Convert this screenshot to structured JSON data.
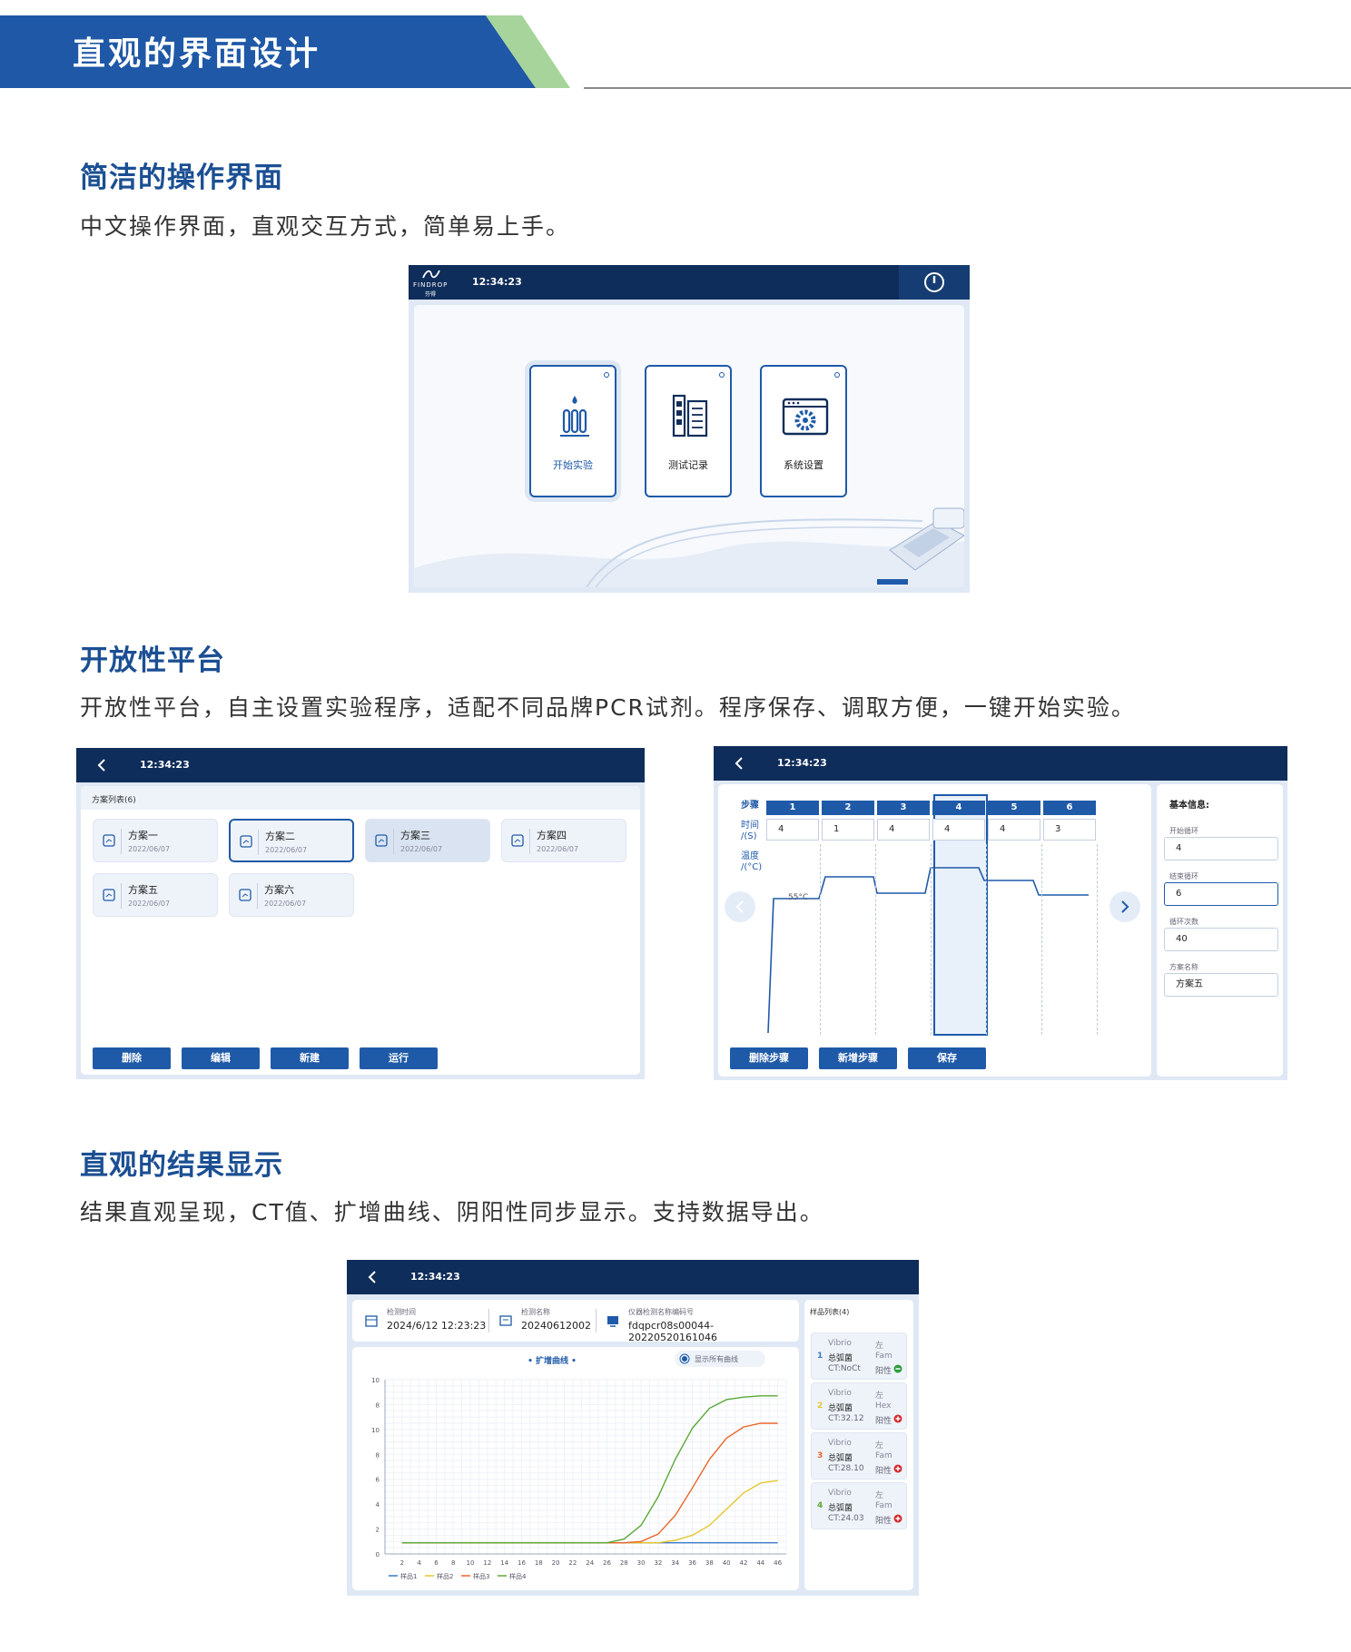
{
  "banner": {
    "title": "直观的界面设计"
  },
  "sections": [
    {
      "title": "简洁的操作界面",
      "desc": "中文操作界面，直观交互方式，简单易上手。"
    },
    {
      "title": "开放性平台",
      "desc": "开放性平台，自主设置实验程序，适配不同品牌PCR试剂。程序保存、调取方便，一键开始实验。"
    },
    {
      "title": "直观的结果显示",
      "desc": "结果直观呈现，CT值、扩增曲线、阴阳性同步显示。支持数据导出。"
    }
  ],
  "screen1": {
    "brand": "FINDROP",
    "brand_cn": "芬得",
    "time": "12:34:23",
    "tiles": [
      "开始实验",
      "测试记录",
      "系统设置"
    ]
  },
  "screen2": {
    "time": "12:34:23",
    "list_title": "方案列表(6)",
    "plans": [
      {
        "name": "方案一",
        "date": "2022/06/07"
      },
      {
        "name": "方案二",
        "date": "2022/06/07"
      },
      {
        "name": "方案三",
        "date": "2022/06/07"
      },
      {
        "name": "方案四",
        "date": "2022/06/07"
      },
      {
        "name": "方案五",
        "date": "2022/06/07"
      },
      {
        "name": "方案六",
        "date": "2022/06/07"
      }
    ],
    "buttons": [
      "删除",
      "编辑",
      "新建",
      "运行"
    ]
  },
  "screen3": {
    "time": "12:34:23",
    "row_labels": {
      "step": "步骤",
      "time": "时间\n/(S)",
      "temp": "温度\n/(°C)"
    },
    "steps": [
      "1",
      "2",
      "3",
      "4",
      "5",
      "6"
    ],
    "times": [
      "4",
      "1",
      "4",
      "4",
      "4",
      "3"
    ],
    "temp_label": "55°C",
    "info_title": "基本信息:",
    "fields": [
      {
        "label": "开始循环",
        "value": "4"
      },
      {
        "label": "结束循环",
        "value": "6"
      },
      {
        "label": "循环次数",
        "value": "40"
      },
      {
        "label": "方案名称",
        "value": "方案五"
      }
    ],
    "buttons": [
      "删除步骤",
      "新增步骤",
      "保存"
    ]
  },
  "screen4": {
    "time": "12:34:23",
    "info": [
      {
        "label": "检测时间",
        "value": "2024/6/12 12:23:23"
      },
      {
        "label": "检测名称",
        "value": "20240612002"
      },
      {
        "label": "仪器检测名称编码号",
        "value": "fdqpcr08s00044-20220520161046"
      }
    ],
    "chart_title": "• 扩增曲线 •",
    "show_all": "显示所有曲线",
    "sample_list_title": "样品列表(4)",
    "samples": [
      {
        "idx": "1",
        "genus": "Vibrio",
        "name": "总弧菌",
        "ct": "CT:NoCt",
        "side": "左",
        "dye": "Fam",
        "result": "阳性",
        "color": "#3a78c8",
        "status": "#2e9e3e"
      },
      {
        "idx": "2",
        "genus": "Vibrio",
        "name": "总弧菌",
        "ct": "CT:32.12",
        "side": "左",
        "dye": "Hex",
        "result": "阳性",
        "color": "#e7c52b",
        "status": "#d62b2b"
      },
      {
        "idx": "3",
        "genus": "Vibrio",
        "name": "总弧菌",
        "ct": "CT:28.10",
        "side": "左",
        "dye": "Fam",
        "result": "阳性",
        "color": "#e8652a",
        "status": "#d62b2b"
      },
      {
        "idx": "4",
        "genus": "Vibrio",
        "name": "总弧菌",
        "ct": "CT:24.03",
        "side": "左",
        "dye": "Fam",
        "result": "阳性",
        "color": "#5aa836",
        "status": "#d62b2b"
      }
    ]
  },
  "chart_data": {
    "type": "line",
    "title": "• 扩增曲线 •",
    "x": [
      2,
      4,
      6,
      8,
      10,
      12,
      14,
      16,
      18,
      20,
      22,
      24,
      26,
      28,
      30,
      32,
      34,
      36,
      38,
      40,
      42,
      44,
      46
    ],
    "x_ticks": [
      "2",
      "4",
      "6",
      "8",
      "10",
      "12",
      "14",
      "16",
      "18",
      "20",
      "22",
      "24",
      "26",
      "28",
      "30",
      "32",
      "34",
      "36",
      "38",
      "40",
      "42",
      "44",
      "46"
    ],
    "y_ticks": [
      "0",
      "2",
      "4",
      "6",
      "8",
      "10",
      "8",
      "10"
    ],
    "ylim": [
      0,
      14
    ],
    "grid": true,
    "legend_position": "bottom",
    "series": [
      {
        "name": "样品1",
        "color": "#3a78c8",
        "values": [
          0.9,
          0.9,
          0.9,
          0.9,
          0.9,
          0.9,
          0.9,
          0.9,
          0.9,
          0.9,
          0.9,
          0.9,
          0.9,
          0.9,
          0.9,
          0.9,
          0.9,
          0.9,
          0.9,
          0.9,
          0.9,
          0.9,
          0.9
        ]
      },
      {
        "name": "样品2",
        "color": "#e7c52b",
        "values": [
          0.9,
          0.9,
          0.9,
          0.9,
          0.9,
          0.9,
          0.9,
          0.9,
          0.9,
          0.9,
          0.9,
          0.9,
          0.9,
          0.9,
          0.9,
          0.9,
          1.1,
          1.5,
          2.3,
          3.6,
          4.9,
          5.7,
          5.9
        ]
      },
      {
        "name": "样品3",
        "color": "#e8652a",
        "values": [
          0.9,
          0.9,
          0.9,
          0.9,
          0.9,
          0.9,
          0.9,
          0.9,
          0.9,
          0.9,
          0.9,
          0.9,
          0.9,
          0.9,
          1.0,
          1.6,
          3.1,
          5.3,
          7.6,
          9.3,
          10.2,
          10.5,
          10.5
        ]
      },
      {
        "name": "样品4",
        "color": "#5aa836",
        "values": [
          0.9,
          0.9,
          0.9,
          0.9,
          0.9,
          0.9,
          0.9,
          0.9,
          0.9,
          0.9,
          0.9,
          0.9,
          0.9,
          1.2,
          2.3,
          4.6,
          7.6,
          10.1,
          11.7,
          12.4,
          12.6,
          12.7,
          12.7
        ]
      }
    ]
  }
}
